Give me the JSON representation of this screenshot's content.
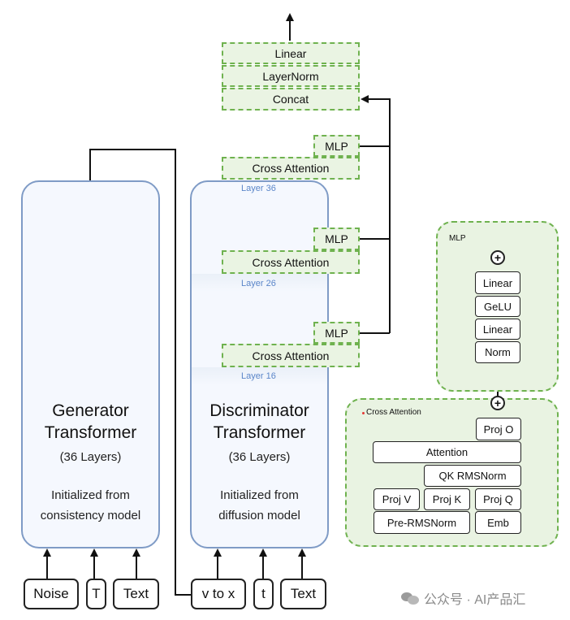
{
  "generator": {
    "title_line1": "Generator",
    "title_line2": "Transformer",
    "layers": "(36 Layers)",
    "init_line1": "Initialized from",
    "init_line2": "consistency model"
  },
  "discriminator": {
    "title_line1": "Discriminator",
    "title_line2": "Transformer",
    "layers": "(36 Layers)",
    "init_line1": "Initialized from",
    "init_line2": "diffusion model",
    "layer_labels": [
      "Layer 36",
      "Layer 26",
      "Layer 16"
    ]
  },
  "generator_inputs": [
    "Noise",
    "T",
    "Text"
  ],
  "discriminator_inputs": [
    "v to x",
    "t",
    "Text"
  ],
  "head": {
    "linear": "Linear",
    "layernorm": "LayerNorm",
    "concat": "Concat"
  },
  "branch_labels": {
    "mlp": "MLP",
    "cross_attention": "Cross Attention"
  },
  "mlp_panel": {
    "title": "MLP",
    "blocks": [
      "Linear",
      "GeLU",
      "Linear",
      "Norm"
    ]
  },
  "cross_attention_panel": {
    "title": "Cross Attention",
    "proj_o": "Proj O",
    "attention": "Attention",
    "qk_norm": "QK RMSNorm",
    "proj_v": "Proj V",
    "proj_k": "Proj K",
    "proj_q": "Proj Q",
    "pre_norm": "Pre-RMSNorm",
    "emb": "Emb"
  },
  "plus_symbol": "+",
  "watermark": "公众号 · AI产品汇"
}
